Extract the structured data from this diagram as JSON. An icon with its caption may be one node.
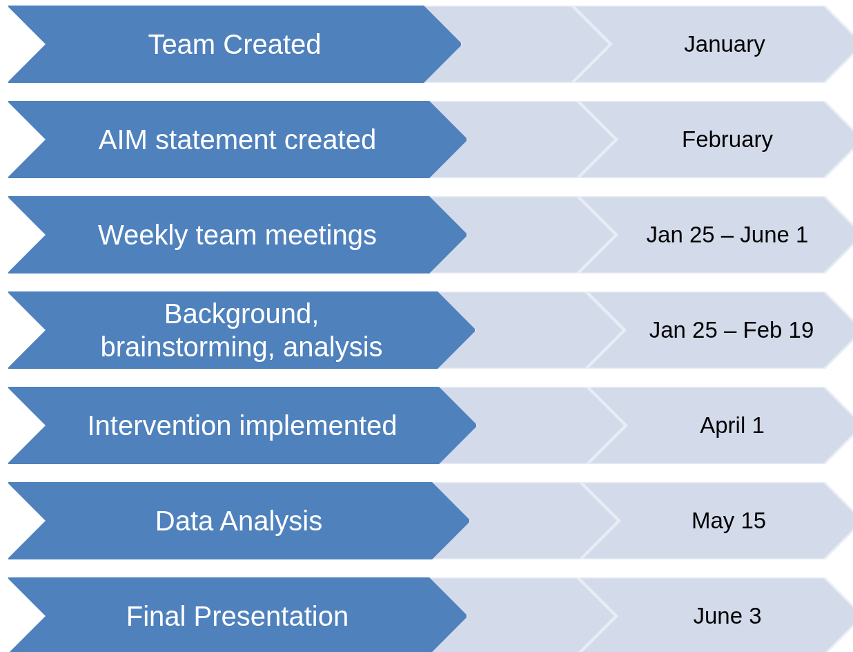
{
  "diagram": {
    "nodes": [
      {
        "text": [
          "Team Created"
        ]
      },
      {
        "text": [],
        "shape": "chevron"
      },
      {
        "text": [
          "January"
        ]
      },
      {
        "text": [
          "AIM statement created"
        ]
      },
      {
        "text": [],
        "shape": "chevron"
      },
      {
        "text": [
          "February"
        ]
      },
      {
        "text": [
          "Weekly team meetings"
        ]
      },
      {
        "text": [],
        "shape": "chevron"
      },
      {
        "text": [
          "Jan 25 – June 1"
        ]
      },
      {
        "text": [
          "Background, brainstorming, analysis"
        ]
      },
      {
        "text": [],
        "shape": "chevron"
      },
      {
        "text": [
          "Jan 25 – Feb 19"
        ]
      },
      {
        "text": [
          "Intervention implemented"
        ]
      },
      {
        "text": [],
        "shape": "chevron"
      },
      {
        "text": [
          "April 1"
        ]
      },
      {
        "text": [
          "Data Analysis"
        ]
      },
      {
        "text": [],
        "shape": "chevron"
      },
      {
        "text": [
          "May 15"
        ]
      },
      {
        "text": [
          "Final Presentation"
        ]
      },
      {
        "text": [],
        "shape": "chevron"
      },
      {
        "text": [
          "June 3"
        ]
      }
    ]
  }
}
